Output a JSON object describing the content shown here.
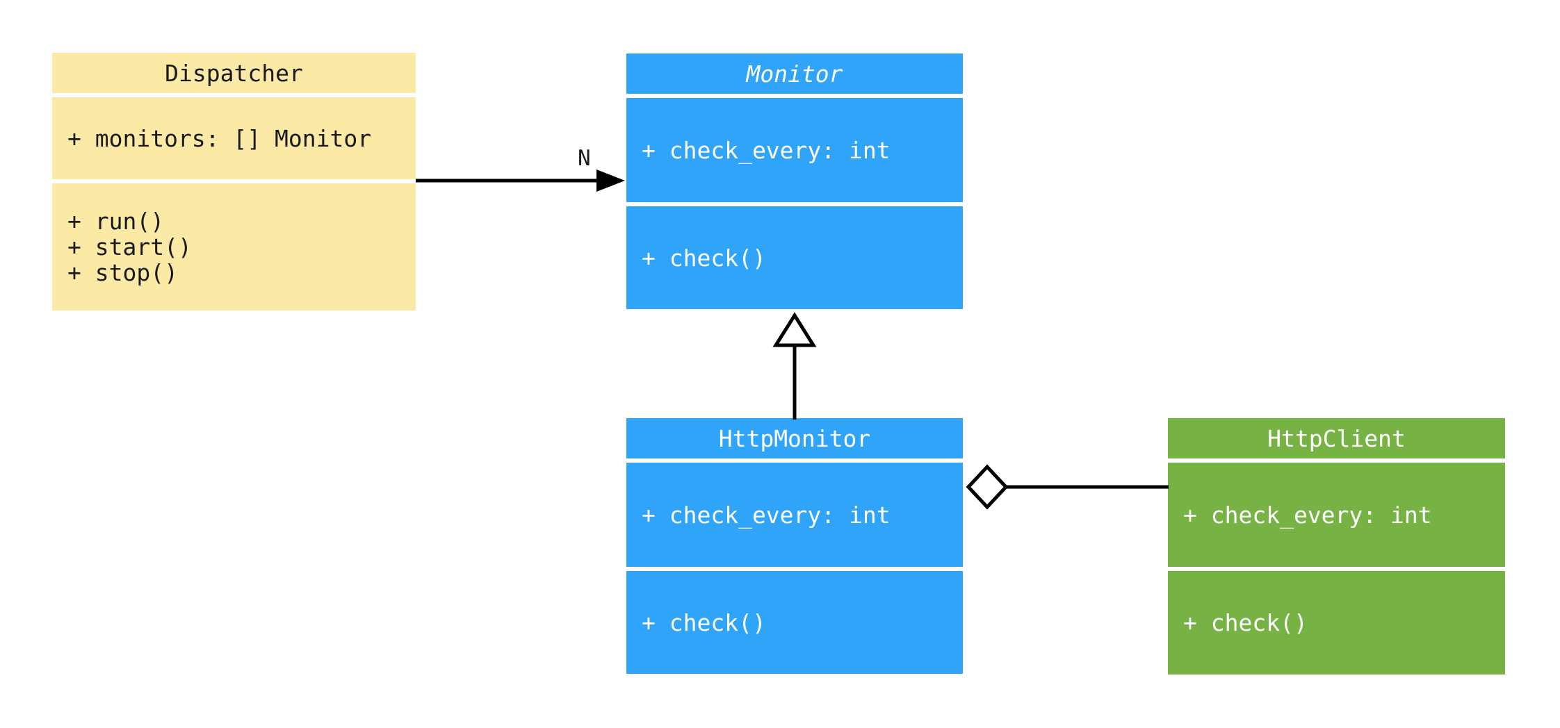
{
  "diagram": {
    "kind": "uml-class-diagram",
    "colors": {
      "line": "#000000",
      "background": "#ffffff",
      "dispatcher_fill": "#FBE9A6",
      "monitor_fill": "#2FA4F9",
      "httpclient_fill": "#77B344",
      "dispatcher_text": "#1a1a1a",
      "light_text": "#ffffff"
    },
    "classes": [
      {
        "name": "Dispatcher",
        "abstract": false,
        "bg": "#FBE9A6",
        "text_color": "#1a1a1a",
        "attributes": [
          "+ monitors: [] Monitor"
        ],
        "methods": [
          "+ run()",
          "+ start()",
          "+ stop()"
        ]
      },
      {
        "name": "Monitor",
        "abstract": true,
        "bg": "#2FA4F9",
        "text_color": "#ffffff",
        "attributes": [
          "+ check_every: int"
        ],
        "methods": [
          "+ check()"
        ]
      },
      {
        "name": "HttpMonitor",
        "abstract": false,
        "bg": "#2FA4F9",
        "text_color": "#ffffff",
        "attributes": [
          "+ check_every: int"
        ],
        "methods": [
          "+ check()"
        ]
      },
      {
        "name": "HttpClient",
        "abstract": false,
        "bg": "#77B344",
        "text_color": "#ffffff",
        "attributes": [
          "+ check_every: int"
        ],
        "methods": [
          "+ check()"
        ]
      }
    ],
    "relationships": [
      {
        "type": "association",
        "from": "Dispatcher",
        "to": "Monitor",
        "label": "N"
      },
      {
        "type": "inheritance",
        "from": "HttpMonitor",
        "to": "Monitor",
        "label": ""
      },
      {
        "type": "aggregation",
        "from": "HttpMonitor",
        "to": "HttpClient",
        "label": ""
      }
    ]
  }
}
